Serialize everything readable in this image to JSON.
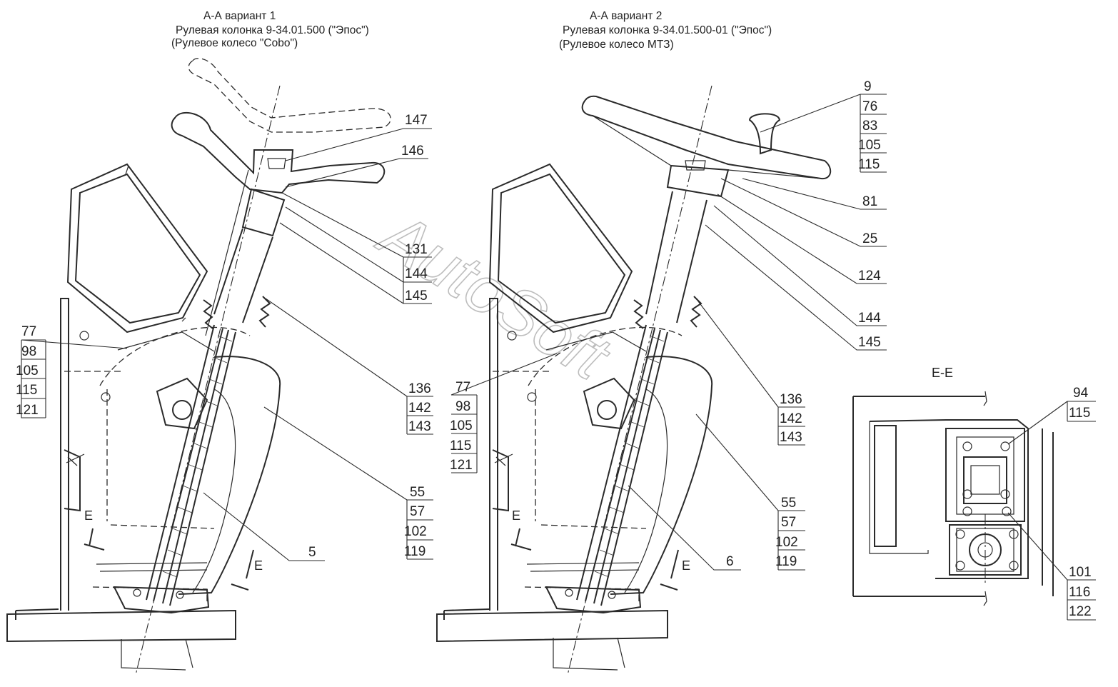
{
  "titles": {
    "v1": {
      "line1": "А-А  вариант 1",
      "line2": "Рулевая колонка  9-34.01.500  (\"Эпос\")",
      "line3": "(Рулевое колесо \"Cobo\")"
    },
    "v2": {
      "line1": "А-А  вариант 2",
      "line2": "Рулевая колонка  9-34.01.500-01  (\"Эпос\")",
      "line3": "(Рулевое колесо МТЗ)"
    },
    "section_ee": "Е-Е"
  },
  "watermark": "AutoSoft",
  "section_mark": "Е",
  "callouts": {
    "v1": {
      "c147": "147",
      "c146": "146",
      "grp131": [
        "131",
        "144",
        "145"
      ],
      "grp77": [
        "77",
        "98",
        "105",
        "115",
        "121"
      ],
      "grp136": [
        "136",
        "142",
        "143"
      ],
      "grp55": [
        "55",
        "57",
        "102",
        "119"
      ],
      "c5": "5"
    },
    "v2": {
      "grp9": [
        "9",
        "76",
        "83",
        "105",
        "115"
      ],
      "c81": "81",
      "c25": "25",
      "c124": "124",
      "c144": "144",
      "c145": "145",
      "grp77": [
        "77",
        "98",
        "105",
        "115",
        "121"
      ],
      "grp136": [
        "136",
        "142",
        "143"
      ],
      "grp55": [
        "55",
        "57",
        "102",
        "119"
      ],
      "c6": "6"
    },
    "ee": {
      "grp94": [
        "94",
        "115"
      ],
      "grp101": [
        "101",
        "116",
        "122"
      ]
    }
  }
}
